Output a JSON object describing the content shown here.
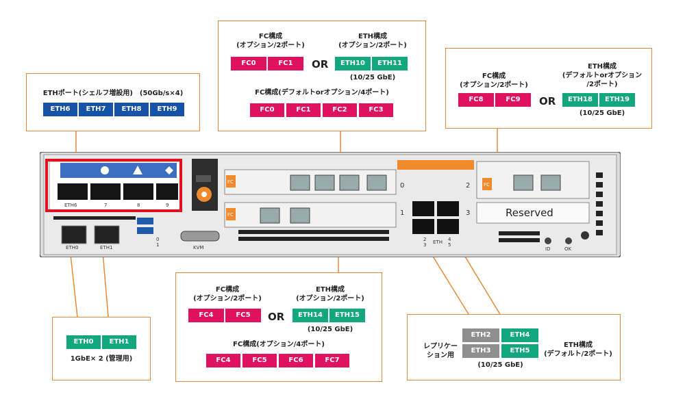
{
  "ports_box": {
    "title": "ETHポート(シェルフ増設用)　(50Gb/s×4)",
    "ports": [
      "ETH6",
      "ETH7",
      "ETH8",
      "ETH9"
    ]
  },
  "slot_top_box": {
    "fc_heading": "FC構成\n(オプション/2ポート)",
    "fc_ports": [
      "FC0",
      "FC1"
    ],
    "or": "OR",
    "eth_heading": "ETH構成\n(オプション/2ポート)",
    "eth_ports": [
      "ETH10",
      "ETH11"
    ],
    "eth_speed": "(10/25 GbE)",
    "fc4_heading": "FC構成(デフォルトorオプション/4ポート)",
    "fc4_ports": [
      "FC0",
      "FC1",
      "FC2",
      "FC3"
    ]
  },
  "slot_right_box": {
    "fc_heading": "FC構成\n(オプション/2ポート)",
    "fc_ports": [
      "FC8",
      "FC9"
    ],
    "or": "OR",
    "eth_heading": "ETH構成\n(デフォルトorオプション\n/2ポート)",
    "eth_ports": [
      "ETH18",
      "ETH19"
    ],
    "eth_speed": "(10/25 GbE)"
  },
  "slot_bottom_box": {
    "fc_heading": "FC構成\n(オプション/2ポート)",
    "fc_ports": [
      "FC4",
      "FC5"
    ],
    "or": "OR",
    "eth_heading": "ETH構成\n(オプション/2ポート)",
    "eth_ports": [
      "ETH14",
      "ETH15"
    ],
    "eth_speed": "(10/25 GbE)",
    "fc4_heading": "FC構成(オプション/4ポート)",
    "fc4_ports": [
      "FC4",
      "FC5",
      "FC6",
      "FC7"
    ]
  },
  "mgmt_box": {
    "ports": [
      "ETH0",
      "ETH1"
    ],
    "caption": "1GbE× 2 (管理用)"
  },
  "repl_box": {
    "repl_label": "レプリケー\nション用",
    "repl_ports": [
      "ETH2",
      "ETH3"
    ],
    "eth_ports": [
      "ETH4",
      "ETH5"
    ],
    "eth_label": "ETH構成\n(デフォルト/2ポート)",
    "speed": "(10/25 GbE)"
  },
  "chassis": {
    "qsfp_labels": [
      "ETH6",
      "7",
      "8",
      "9"
    ],
    "mgmt_labels": [
      "ETH0",
      "ETH1"
    ],
    "usb_labels": [
      "0",
      "1"
    ],
    "kvm": "KVM",
    "reserved": "Reserved",
    "eth_center": "ETH",
    "eth_nums": [
      "2",
      "3",
      "4",
      "5"
    ],
    "slot_nums": [
      "0",
      "1",
      "2",
      "3"
    ],
    "id_label": "ID",
    "ok_label": "OK",
    "fc_tag": "FC"
  },
  "colors": {
    "fc": "#e0115f",
    "eth": "#13a77f",
    "blue": "#1653a7",
    "gray": "#8f8f8f",
    "box_border": "#e8883a",
    "highlight": "#e0101e"
  }
}
